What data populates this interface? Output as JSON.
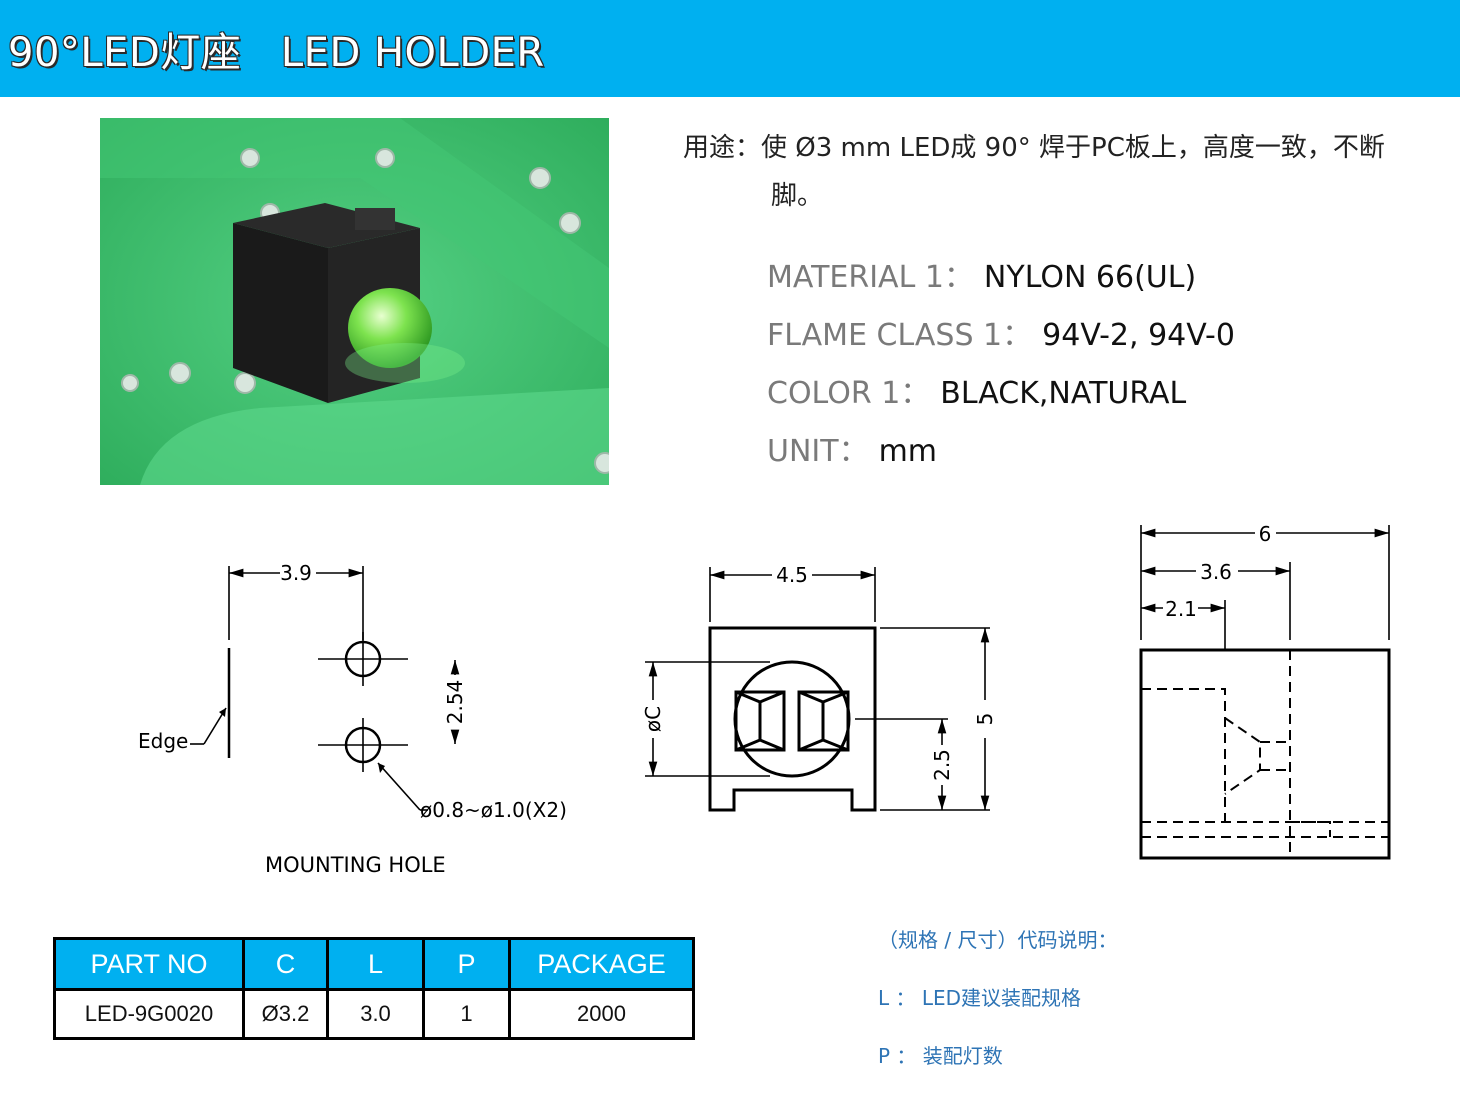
{
  "header": {
    "title": "90°LED灯座   LED HOLDER"
  },
  "usage": {
    "label": "用途：",
    "line1": "使 Ø3 mm LED成 90° 焊于PC板上，高度一致，不断",
    "line2": "脚。"
  },
  "properties": [
    {
      "label": "MATERIAL 1：",
      "value": "NYLON 66(UL)"
    },
    {
      "label": "FLAME CLASS 1：",
      "value": "94V-2, 94V-0"
    },
    {
      "label": "COLOR 1：",
      "value": "BLACK,NATURAL"
    },
    {
      "label": "UNIT：",
      "value": "mm"
    }
  ],
  "drawing_mounting": {
    "dim_width": "3.9",
    "dim_pitch": "2.54",
    "edge_label": "Edge",
    "hole_label": "ø0.8~ø1.0(X2)",
    "caption": "MOUNTING  HOLE"
  },
  "drawing_front": {
    "dim_width": "4.5",
    "dim_c": "øC",
    "dim_height": "5",
    "dim_center": "2.5"
  },
  "drawing_side": {
    "dim_total": "6",
    "dim_mid": "3.6",
    "dim_small": "2.1"
  },
  "table": {
    "headers": [
      "PART NO",
      "C",
      "L",
      "P",
      "PACKAGE"
    ],
    "rows": [
      [
        "LED-9G0020",
        "Ø3.2",
        "3.0",
        "1",
        "2000"
      ]
    ]
  },
  "code_notes": {
    "title": "（规格 / 尺寸）代码说明：",
    "items": [
      "L ： LED建议装配规格",
      "P ： 装配灯数"
    ]
  },
  "colors": {
    "header_bg": "#00b0f0",
    "note_text": "#2e74b5",
    "pcb_green": "#3fbf6a"
  }
}
